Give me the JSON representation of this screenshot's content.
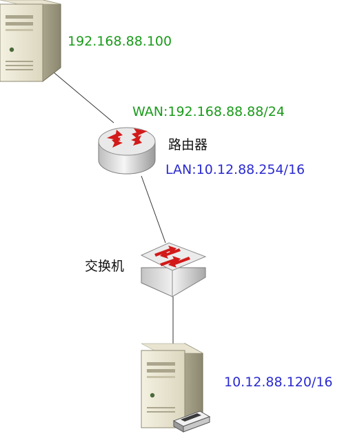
{
  "nodes": {
    "top_server": {
      "icon": "server-tower-icon",
      "ip": "192.168.88.100"
    },
    "router": {
      "icon": "router-icon",
      "name": "路由器",
      "wan": "WAN:192.168.88.88/24",
      "lan": "LAN:10.12.88.254/16"
    },
    "switch": {
      "icon": "switch-icon",
      "name": "交换机"
    },
    "bottom_server": {
      "icon": "server-with-drive-icon",
      "ip": "10.12.88.120/16"
    }
  },
  "colors": {
    "wan": "#1a9a1a",
    "lan": "#2a2ad0",
    "arrows": "#d21a1a",
    "link": "#333333"
  }
}
